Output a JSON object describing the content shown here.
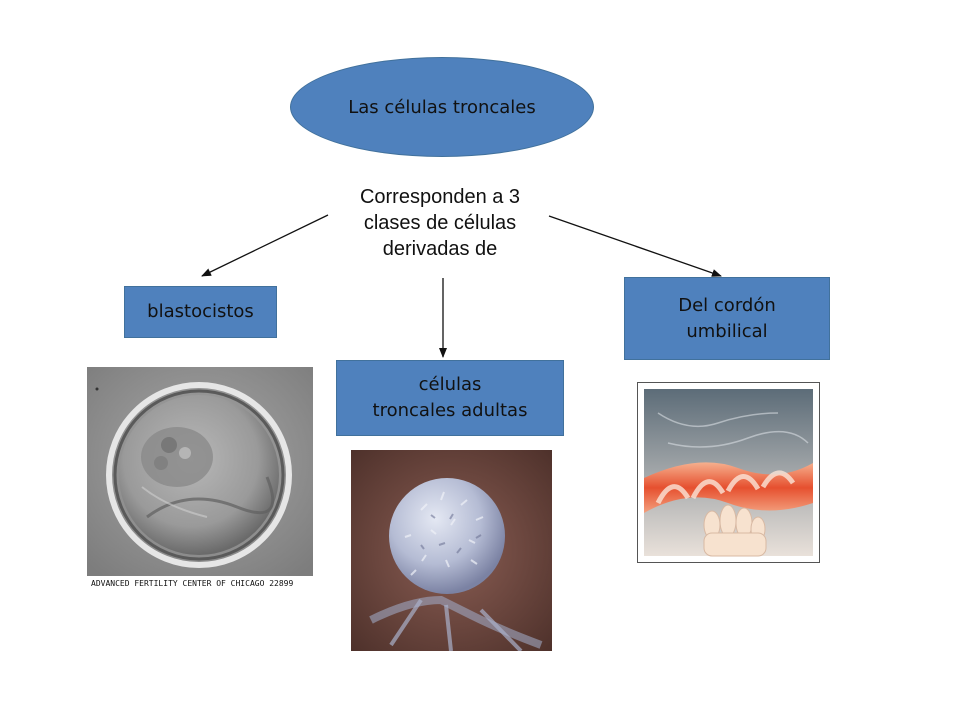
{
  "colors": {
    "shape_fill": "#4f81bd",
    "shape_border": "#41719c",
    "arrow": "#111111",
    "background": "#ffffff"
  },
  "diagram": {
    "title": "Las células troncales",
    "subtitle": "Corresponden a 3\nclases de células\nderivadas de",
    "branches": [
      {
        "label": "blastocistos",
        "image": "blastocyst-photo",
        "image_caption": "ADVANCED FERTILITY  CENTER OF CHICAGO  22899"
      },
      {
        "label": "células\ntroncales adultas",
        "image": "stem-cell-micrograph"
      },
      {
        "label": "Del cordón\numbilical",
        "image": "umbilical-cord-photo"
      }
    ]
  }
}
